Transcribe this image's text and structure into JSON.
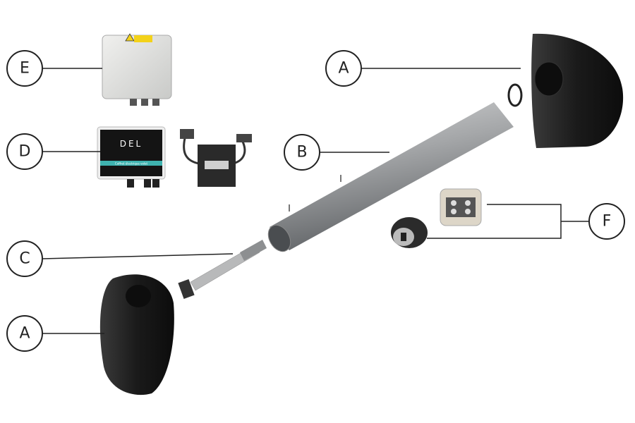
{
  "labels": {
    "E": "E",
    "D": "D",
    "C": "C",
    "A_bottom": "A",
    "A_top": "A",
    "B": "B",
    "F": "F"
  },
  "product_text": {
    "control_box_brand": "DEL",
    "control_box_caption": "Coffret électrique volet"
  },
  "colors": {
    "line": "#222222",
    "tube": "#9a9c9e",
    "housing": "#1c1c1c",
    "box_teal": "#3fb3b0"
  }
}
